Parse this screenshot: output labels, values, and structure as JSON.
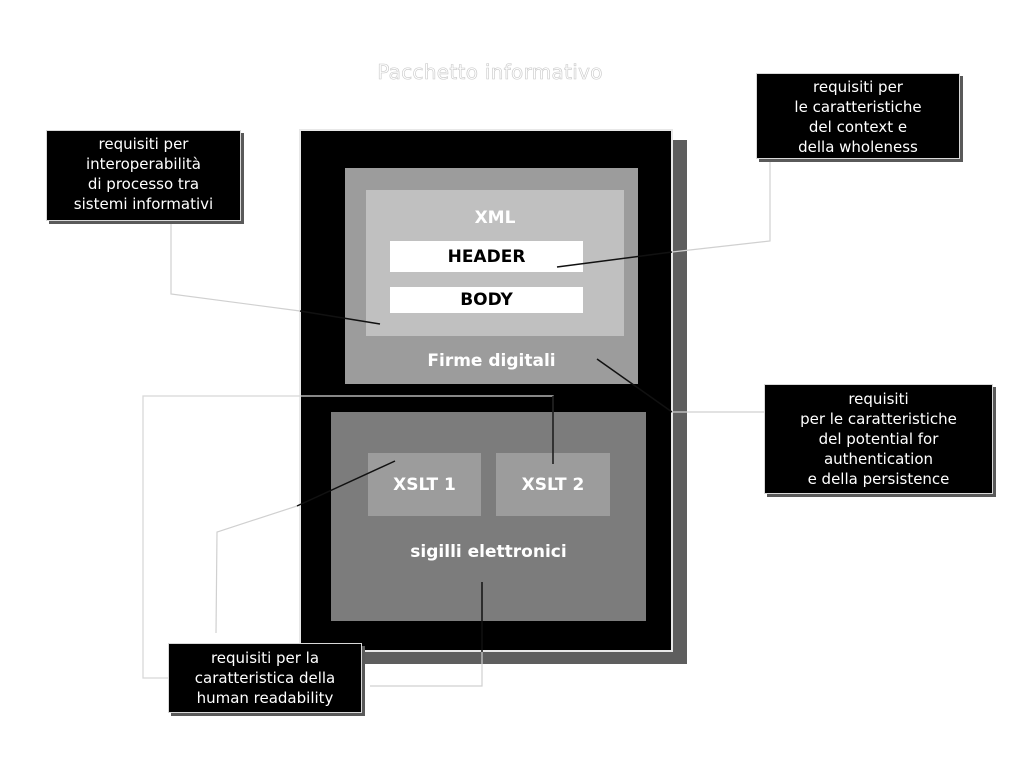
{
  "diagram": {
    "title": "Pacchetto informativo",
    "package": {
      "signed_area_label": "Firme digitali",
      "xml": {
        "label": "XML",
        "header": "HEADER",
        "body": "BODY"
      },
      "seals_area_label": "sigilli elettronici",
      "xslt": [
        "XSLT 1",
        "XSLT 2"
      ]
    },
    "callouts": {
      "interoperability": [
        "requisiti per",
        "interoperabilità",
        "di processo tra",
        "sistemi informativi"
      ],
      "context_wholeness": [
        "requisiti per",
        "le caratteristiche",
        "del context e",
        "della wholeness"
      ],
      "authentication_persistence": [
        "requisiti",
        "per le caratteristiche",
        "del potential for",
        "authentication",
        "e della persistence"
      ],
      "human_readability": [
        "requisiti  per la",
        "caratteristica della",
        "human readability"
      ]
    }
  },
  "colors": {
    "package": "#000000",
    "signed_area": "#9c9c9c",
    "xml_area": "#c0c0c0",
    "seals_area": "#7c7c7c",
    "xslt_box": "#9c9c9c",
    "callout_bg": "#000000"
  }
}
